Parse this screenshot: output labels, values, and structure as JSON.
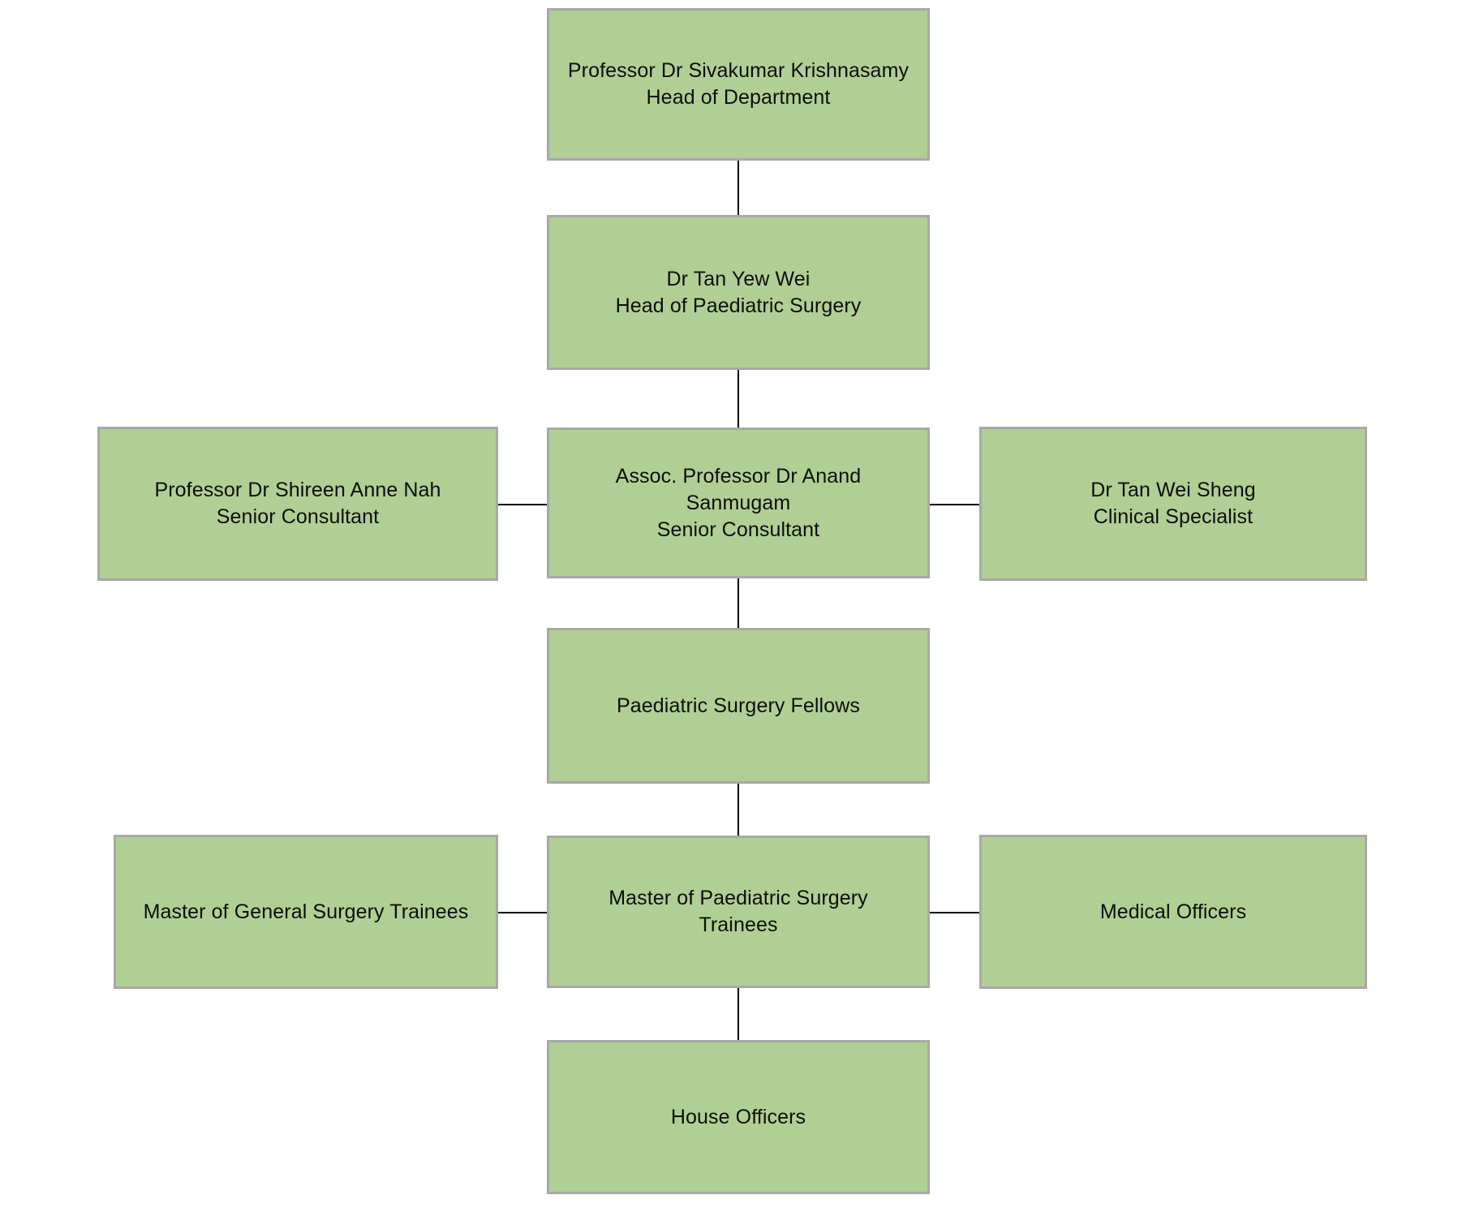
{
  "chart_title": "",
  "theme": {
    "node_fill": "#b0cf94",
    "node_border": "#a8a8a8",
    "connector_color": "#000000",
    "text_color": "#0d0d0d",
    "background": "#ffffff"
  },
  "org_chart": {
    "type": "org-chart",
    "nodes": [
      {
        "id": "head-of-department",
        "name": "Professor Dr Sivakumar Krishnasamy",
        "title": "Head of Department",
        "label": "Professor Dr Sivakumar Krishnasamy\nHead of Department",
        "level": 1
      },
      {
        "id": "head-of-paediatric-surgery",
        "name": "Dr Tan Yew Wei",
        "title": "Head of Paediatric Surgery",
        "label": "Dr Tan Yew Wei\nHead of Paediatric Surgery",
        "level": 2
      },
      {
        "id": "senior-consultant-shireen-anne-nah",
        "name": "Professor Dr  Shireen Anne Nah",
        "title": "Senior Consultant",
        "label": "Professor Dr  Shireen Anne Nah\nSenior Consultant",
        "level": 3
      },
      {
        "id": "senior-consultant-anand-sanmugam",
        "name": "Assoc. Professor Dr Anand Sanmugam",
        "title": "Senior Consultant",
        "label": "Assoc. Professor Dr Anand\nSanmugam\nSenior Consultant",
        "level": 3
      },
      {
        "id": "clinical-specialist-tan-wei-sheng",
        "name": "Dr Tan Wei Sheng",
        "title": "Clinical Specialist",
        "label": "Dr Tan Wei Sheng\nClinical Specialist",
        "level": 3
      },
      {
        "id": "paediatric-surgery-fellows",
        "name": "Paediatric Surgery Fellows",
        "title": "",
        "label": "Paediatric Surgery Fellows",
        "level": 4
      },
      {
        "id": "master-of-general-surgery-trainees",
        "name": "Master of General Surgery Trainees",
        "title": "",
        "label": "Master of General Surgery Trainees",
        "level": 5
      },
      {
        "id": "master-of-paediatric-surgery-trainees",
        "name": "Master of Paediatric  Surgery Trainees",
        "title": "",
        "label": "Master of Paediatric  Surgery\nTrainees",
        "level": 5
      },
      {
        "id": "medical-officers",
        "name": "Medical Officers",
        "title": "",
        "label": "Medical Officers",
        "level": 5
      },
      {
        "id": "house-officers",
        "name": "House Officers",
        "title": "",
        "label": "House Officers",
        "level": 6
      }
    ],
    "edges": [
      {
        "from": "head-of-department",
        "to": "head-of-paediatric-surgery",
        "orientation": "vertical"
      },
      {
        "from": "head-of-paediatric-surgery",
        "to": "senior-consultant-anand-sanmugam",
        "orientation": "vertical"
      },
      {
        "from": "senior-consultant-anand-sanmugam",
        "to": "senior-consultant-shireen-anne-nah",
        "orientation": "horizontal"
      },
      {
        "from": "senior-consultant-anand-sanmugam",
        "to": "clinical-specialist-tan-wei-sheng",
        "orientation": "horizontal"
      },
      {
        "from": "senior-consultant-anand-sanmugam",
        "to": "paediatric-surgery-fellows",
        "orientation": "vertical"
      },
      {
        "from": "paediatric-surgery-fellows",
        "to": "master-of-paediatric-surgery-trainees",
        "orientation": "vertical"
      },
      {
        "from": "master-of-paediatric-surgery-trainees",
        "to": "master-of-general-surgery-trainees",
        "orientation": "horizontal"
      },
      {
        "from": "master-of-paediatric-surgery-trainees",
        "to": "medical-officers",
        "orientation": "horizontal"
      },
      {
        "from": "master-of-paediatric-surgery-trainees",
        "to": "house-officers",
        "orientation": "vertical"
      }
    ]
  }
}
